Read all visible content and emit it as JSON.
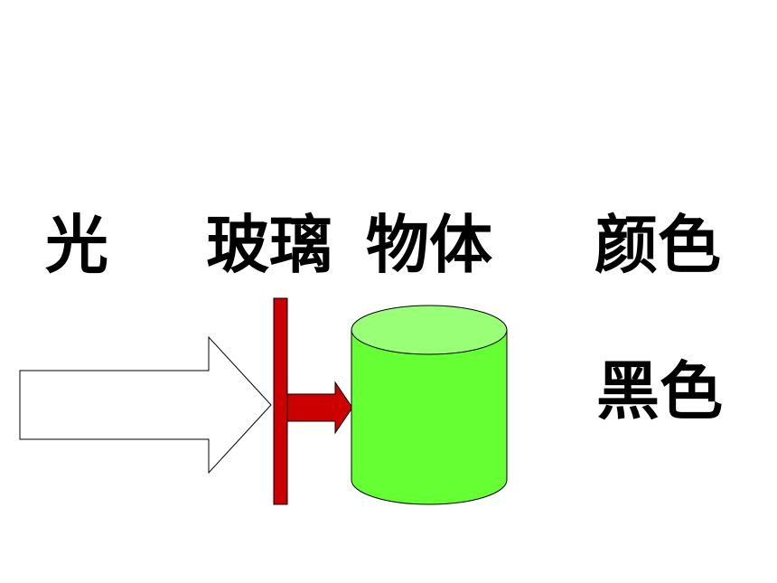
{
  "labels": {
    "light": "光",
    "glass": "玻璃",
    "object": "物体",
    "color_heading": "颜色",
    "color_value": "黑色"
  },
  "colors": {
    "glass": "#cc0000",
    "transmitted_arrow": "#cc0000",
    "cylinder_body": "#66ff33",
    "cylinder_top": "#99ff77",
    "incoming_arrow_fill": "#ffffff",
    "outline": "#000000"
  }
}
